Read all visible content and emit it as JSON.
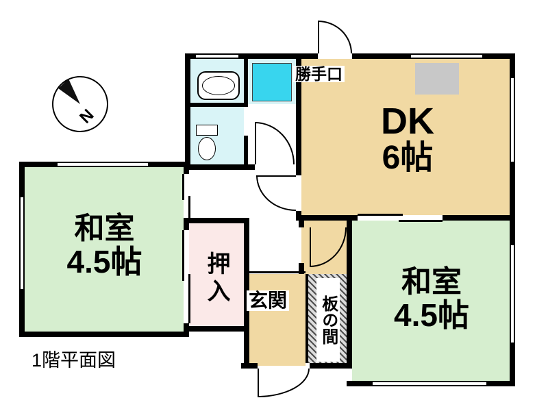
{
  "title": "1階平面図",
  "compass": {
    "label": "N"
  },
  "rooms": {
    "dk": {
      "name": "DK",
      "size": "6帖"
    },
    "washitsu_left": {
      "name": "和室",
      "size": "4.5帖"
    },
    "washitsu_right": {
      "name": "和室",
      "size": "4.5帖"
    },
    "oshiire": {
      "label": "押入"
    },
    "genkan": {
      "label": "玄関"
    },
    "itanoma": {
      "label": "板の間"
    },
    "katteguchi": {
      "label": "勝手口"
    }
  },
  "colors": {
    "tatami": "#d6eecf",
    "dk": "#f1d9a3",
    "bath": "#d9f4f7",
    "bath_unit": "#38d5ee",
    "oshiire": "#fbe9e8",
    "counter": "#c8c8c8",
    "wall": "#000000"
  }
}
